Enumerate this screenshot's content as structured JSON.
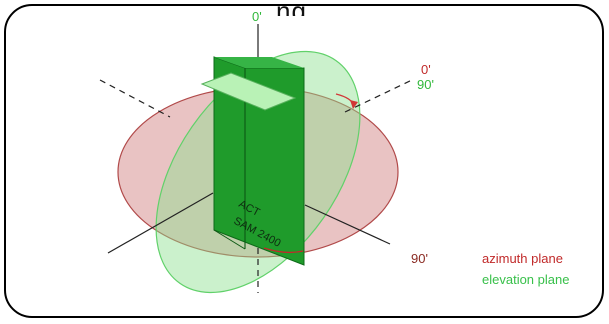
{
  "diagram": {
    "top_partial_text": "ng",
    "labels": {
      "top_zero": "0'",
      "right_zero": "0'",
      "right_ninety": "90'",
      "bottom_ninety": "90'"
    },
    "legend": {
      "azimuth": "azimuth plane",
      "elevation": "elevation plane"
    },
    "colors": {
      "azimuth": "#c12a2a",
      "elevation": "#38c04a",
      "board": "#1f9b2b",
      "frame": "#000000"
    }
  }
}
